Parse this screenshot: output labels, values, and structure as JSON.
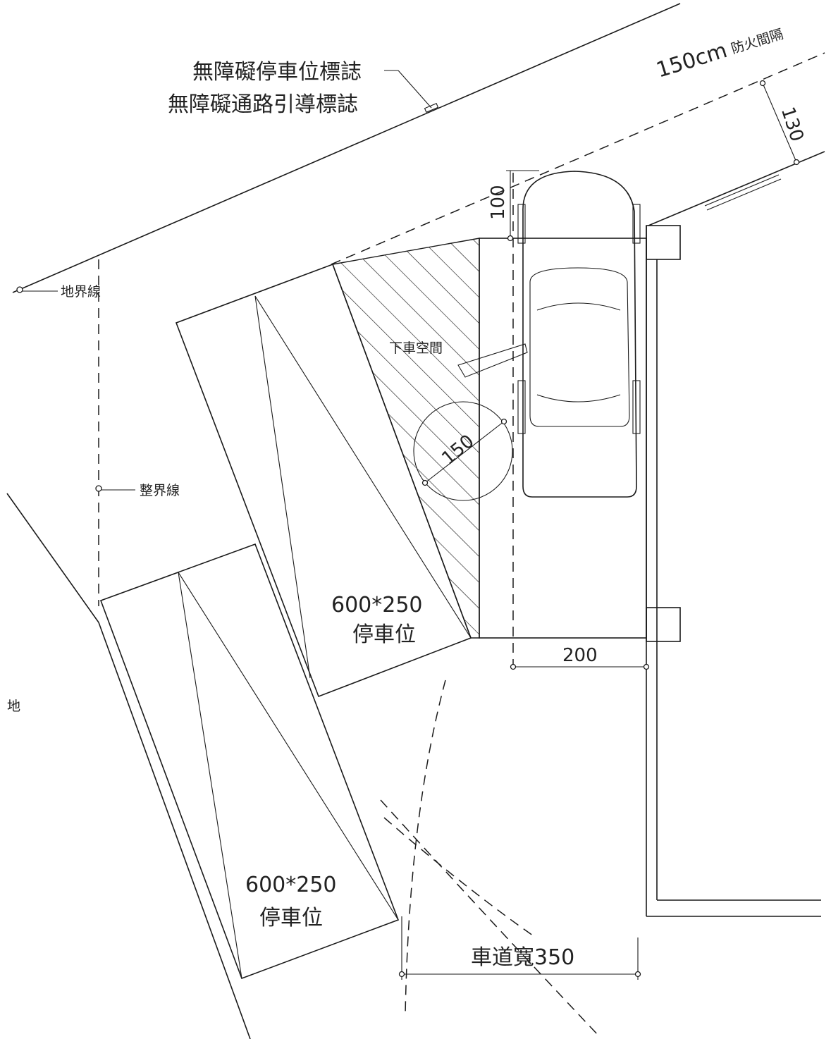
{
  "labels": {
    "sign_line1": "無障礙停車位標誌",
    "sign_line2": "無障礙通路引導標誌",
    "fire_gap": "150cm",
    "fire_gap_suffix": "防火間隔",
    "dim_130": "130",
    "dim_100": "100",
    "boundary_line": "地界線",
    "adjust_line": "整界線",
    "alighting_space": "下車空間",
    "dim_150": "150",
    "stall_size_1": "600*250",
    "stall_label_1": "停車位",
    "dim_200": "200",
    "edge_text": "地",
    "stall_size_2": "600*250",
    "stall_label_2": "停車位",
    "driveway_width": "車道寬350"
  },
  "colors": {
    "line": "#1a1a1a",
    "background": "#ffffff"
  }
}
